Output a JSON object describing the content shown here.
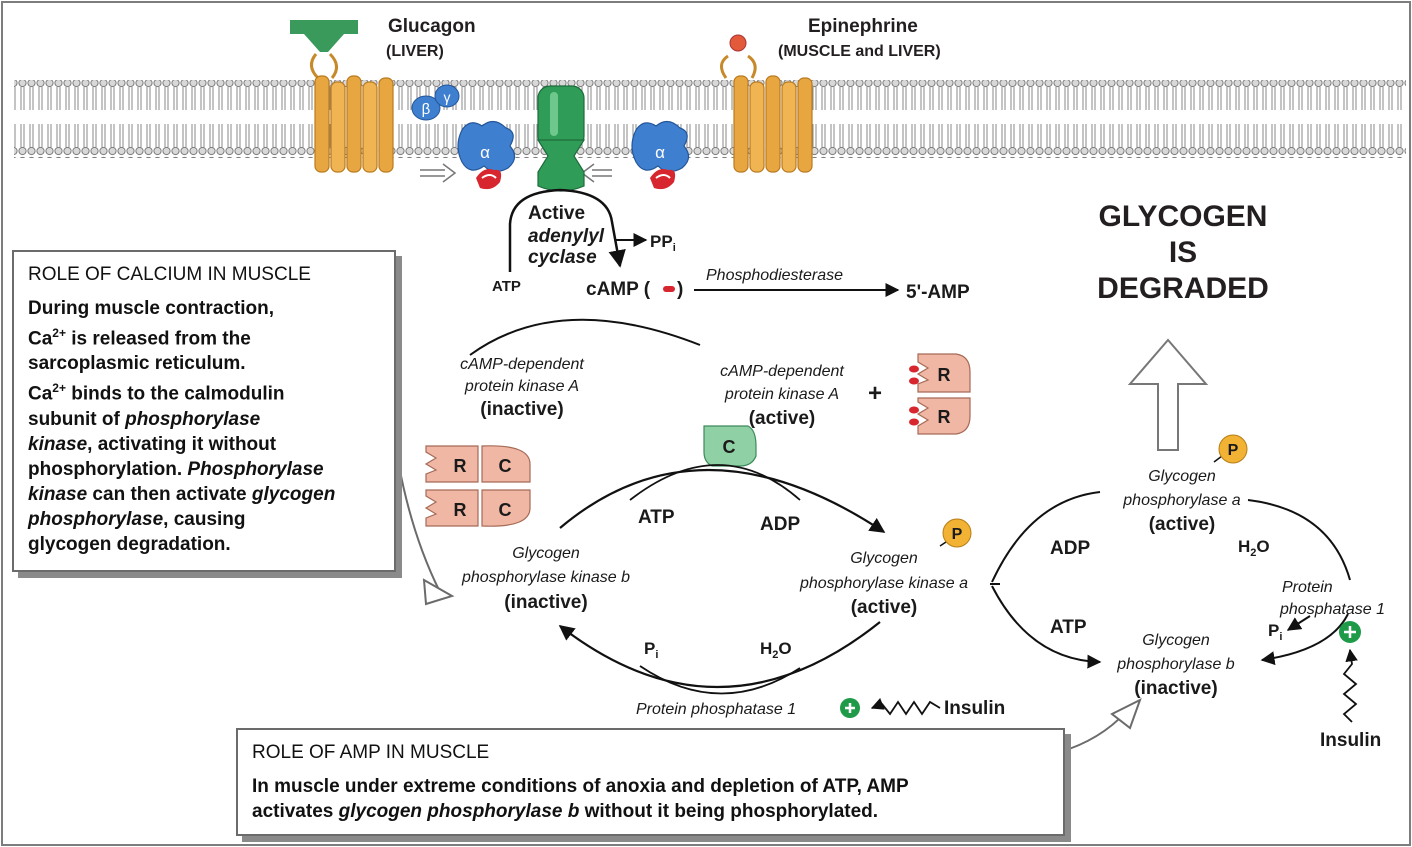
{
  "ligands": {
    "glucagon": "Glucagon",
    "glucagon_site": "(LIVER)",
    "epinephrine": "Epinephrine",
    "epinephrine_site": "(MUSCLE and LIVER)"
  },
  "gprotein": {
    "beta": "β",
    "gamma": "γ",
    "alpha": "α"
  },
  "cyclase": {
    "l1": "Active",
    "l2": "adenylyl",
    "l3": "cyclase",
    "ppi": "PP",
    "ppi_sub": "i",
    "atp": "ATP",
    "camp": "cAMP (",
    "camp_close": ")"
  },
  "phosphodiesterase": "Phosphodiesterase",
  "amp5": "5'-AMP",
  "headline": {
    "l1": "GLYCOGEN",
    "l2": "IS",
    "l3": "DEGRADED"
  },
  "pka_inactive": {
    "l1": "cAMP-dependent",
    "l2": "protein kinase A",
    "l3": "(inactive)"
  },
  "pka_active": {
    "l1": "cAMP-dependent",
    "l2": "protein kinase A",
    "l3": "(active)"
  },
  "plus": "+",
  "subunits": {
    "r": "R",
    "c": "C"
  },
  "phk_cycle": {
    "atp": "ATP",
    "adp": "ADP",
    "pi": "P",
    "pi_sub": "i",
    "h2o_a": "H",
    "h2o_sub": "2",
    "h2o_b": "O",
    "inactive_l1": "Glycogen",
    "inactive_l2": "phosphorylase kinase b",
    "inactive_l3": "(inactive)",
    "active_l1": "Glycogen",
    "active_l2": "phosphorylase kinase a",
    "active_l3": "(active)"
  },
  "p_badge": "P",
  "pp1_bottom": "Protein phosphatase 1",
  "insulin": "Insulin",
  "gp_cycle": {
    "active_l1": "Glycogen",
    "active_l2": "phosphorylase a",
    "active_l3": "(active)",
    "inactive_l1": "Glycogen",
    "inactive_l2": "phosphorylase b",
    "inactive_l3": "(inactive)",
    "adp": "ADP",
    "atp": "ATP",
    "h2o_a": "H",
    "h2o_sub": "2",
    "h2o_b": "O",
    "pp1_l1": "Protein",
    "pp1_l2": "phosphatase 1",
    "pi": "P",
    "pi_sub": "i"
  },
  "calcium_box": {
    "title": "ROLE OF CALCIUM IN MUSCLE",
    "l1": "During muscle contraction,",
    "l2a": "Ca",
    "l2sup": "2+",
    "l2b": " is released from the",
    "l3": "sarcoplasmic reticulum.",
    "l4a": "Ca",
    "l4sup": "2+",
    "l4b": " binds to the calmodulin",
    "l5a": "subunit of ",
    "l5b": "phosphorylase",
    "l6a": "kinase",
    "l6b": ", activating it without",
    "l7a": "phosphorylation. ",
    "l7b": "Phosphorylase",
    "l8a": "kinase",
    "l8b": " can then activate ",
    "l8c": "glycogen",
    "l9a": "phosphorylase",
    "l9b": ", causing",
    "l10": "glycogen degradation."
  },
  "amp_box": {
    "title": "ROLE OF AMP IN MUSCLE",
    "l1": "In muscle under extreme conditions of anoxia and depletion of ATP, AMP",
    "l2a": "activates ",
    "l2b": "glycogen phosphorylase b",
    "l2c": " without it being phosphorylated."
  },
  "colors": {
    "membrane": "#9a9a9a",
    "receptor": "#e8a640",
    "alpha": "#3f7fd0",
    "cyclase": "#2f9d58",
    "rc_subunit": "#f0b8a4",
    "p_badge": "#f2b233",
    "plus_badge": "#1e9a48",
    "minus": "#d7262e"
  }
}
